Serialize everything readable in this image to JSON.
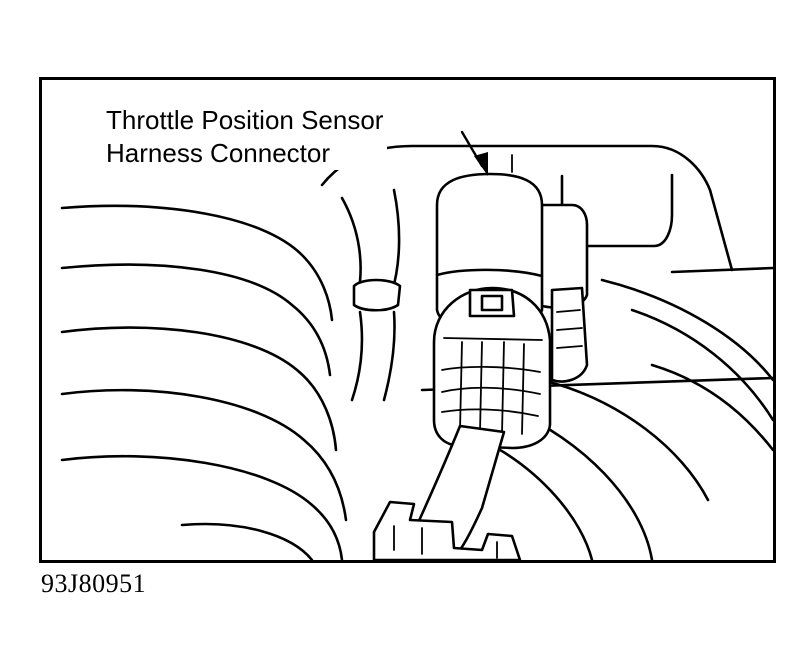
{
  "callout": {
    "line1": "Throttle Position Sensor",
    "line2": "Harness Connector"
  },
  "figure_code": "93J80951",
  "colors": {
    "ink": "#000000",
    "paper": "#ffffff"
  }
}
